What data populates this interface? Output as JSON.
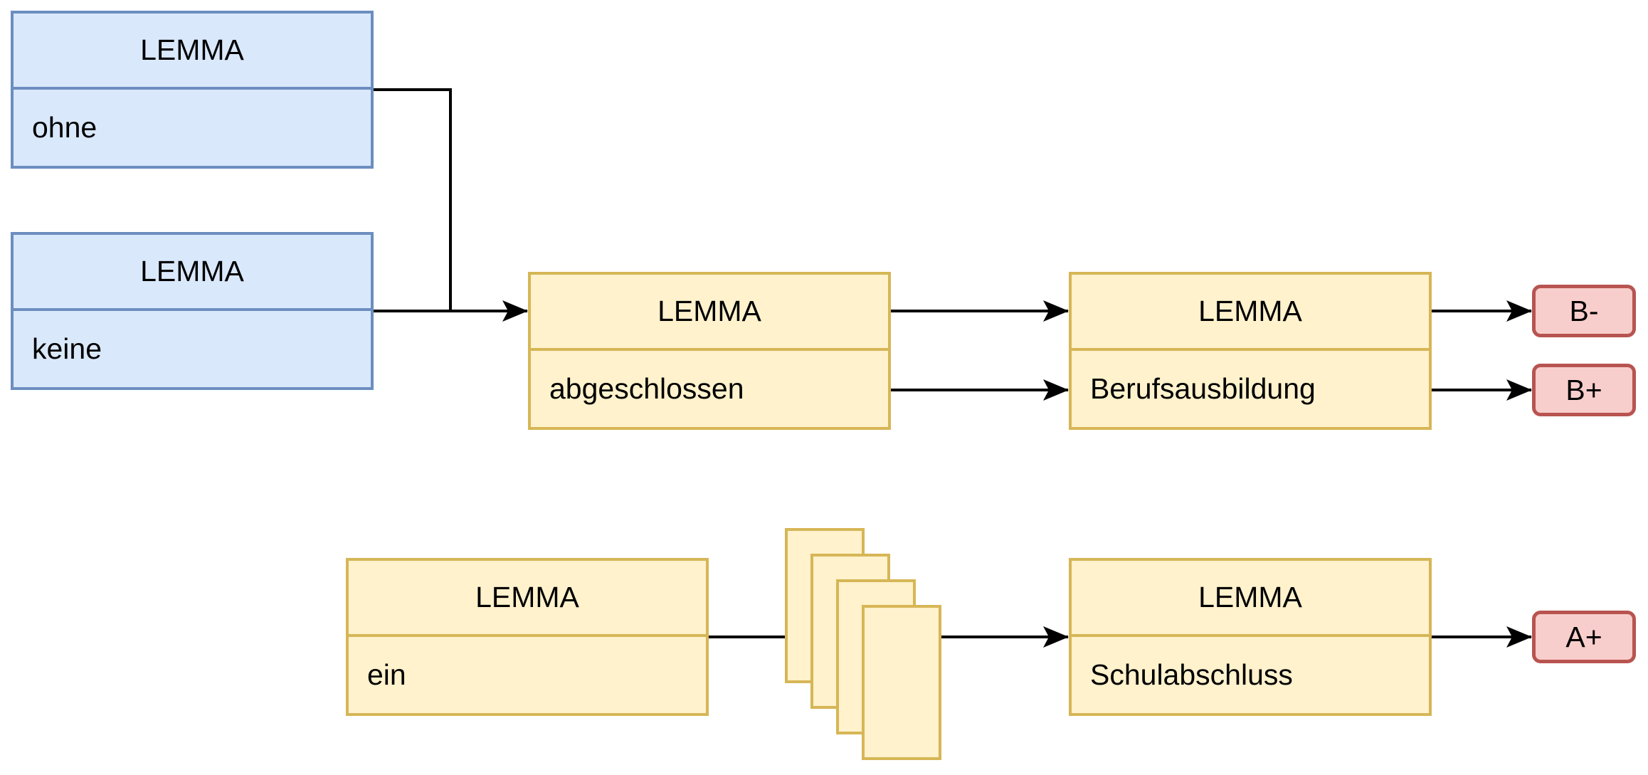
{
  "diagram": {
    "background_color": "#ffffff",
    "colors": {
      "blue_fill": "#dae8fc",
      "blue_border": "#6c8ebf",
      "yellow_fill": "#fff2cc",
      "yellow_border": "#d6b656",
      "badge_fill": "#f8cecc",
      "badge_border": "#b85450",
      "connector": "#000000",
      "text": "#000000"
    },
    "nodes": {
      "ohne": {
        "header": "LEMMA",
        "value": "ohne"
      },
      "keine": {
        "header": "LEMMA",
        "value": "keine"
      },
      "abgeschlossen": {
        "header": "LEMMA",
        "value": "abgeschlossen"
      },
      "berufsausbildung": {
        "header": "LEMMA",
        "value": "Berufsausbildung"
      },
      "ein": {
        "header": "LEMMA",
        "value": "ein"
      },
      "schulabschluss": {
        "header": "LEMMA",
        "value": "Schulabschluss"
      }
    },
    "badges": {
      "b_minus": {
        "label": "B-"
      },
      "b_plus": {
        "label": "B+"
      },
      "a_plus": {
        "label": "A+"
      }
    },
    "card_stack": {
      "count": 4,
      "label": ""
    }
  }
}
